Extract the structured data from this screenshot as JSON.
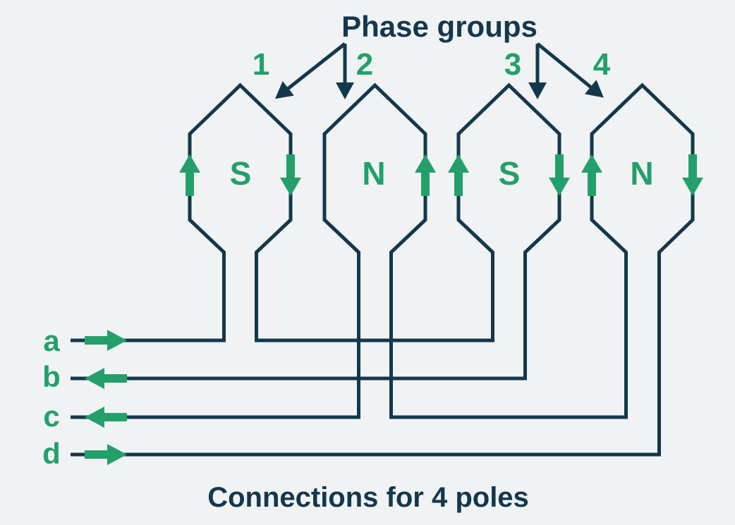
{
  "title": "Phase groups",
  "caption": "Connections for 4 poles",
  "colors": {
    "background": "#F1F2F3",
    "wire_navy": "#13384D",
    "accent_green": "#23A06A"
  },
  "phase_groups": [
    {
      "number": "1"
    },
    {
      "number": "2"
    },
    {
      "number": "3"
    },
    {
      "number": "4"
    }
  ],
  "poles": [
    {
      "label": "S",
      "left_arrow": "up",
      "right_arrow": "down"
    },
    {
      "label": "N",
      "left_arrow": "none",
      "right_arrow": "up"
    },
    {
      "label": "S",
      "left_arrow": "up",
      "right_arrow": "down"
    },
    {
      "label": "N",
      "left_arrow": "up",
      "right_arrow": "down"
    }
  ],
  "terminals": [
    {
      "label": "a",
      "arrow_direction": "right"
    },
    {
      "label": "b",
      "arrow_direction": "left"
    },
    {
      "label": "c",
      "arrow_direction": "left"
    },
    {
      "label": "d",
      "arrow_direction": "right"
    }
  ],
  "connections": [
    "a - coil1 - coil3 - b",
    "d - coil4 - coil2 - c"
  ]
}
